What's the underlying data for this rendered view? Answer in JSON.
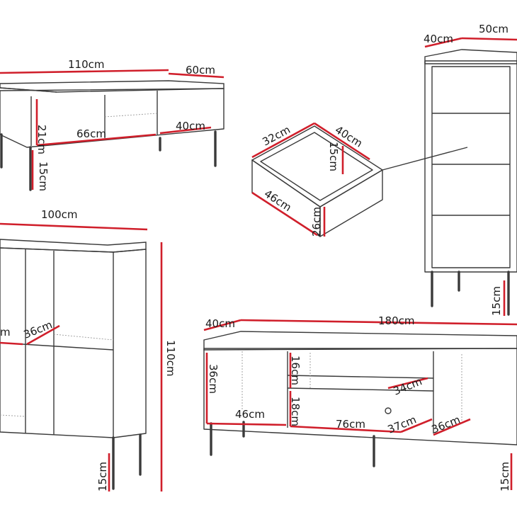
{
  "colors": {
    "dimension_line": "#d01f2b",
    "outline": "#3a3a3a",
    "background": "#ffffff"
  },
  "coffee_table": {
    "width_label": "110cm",
    "depth_label": "60cm",
    "shelf_height_label": "21cm",
    "shelf_width_label": "66cm",
    "inner_depth_label": "40cm",
    "leg_height_label": "15cm"
  },
  "drawer": {
    "width_label": "32cm",
    "depth_label": "40cm",
    "inner_height_label": "15cm",
    "front_width_label": "46cm",
    "front_height_label": "26cm"
  },
  "tall_cabinet": {
    "depth_label": "40cm",
    "width_label": "50cm",
    "leg_height_label": "15cm"
  },
  "highboard": {
    "width_label": "100cm",
    "height_label": "110cm",
    "shelf_depth_label": "36cm",
    "left_partial_label": "m",
    "leg_height_label": "15cm"
  },
  "tv_unit": {
    "depth_label": "40cm",
    "width_label": "180cm",
    "left_height_label": "36cm",
    "left_width_label": "46cm",
    "top_shelf_height_label": "16cm",
    "mid_height_label": "18cm",
    "mid_depth_label": "34cm",
    "mid_width_label": "76cm",
    "drawer_depth_label": "37cm",
    "right_depth_label": "36cm",
    "leg_height_label": "15cm"
  }
}
